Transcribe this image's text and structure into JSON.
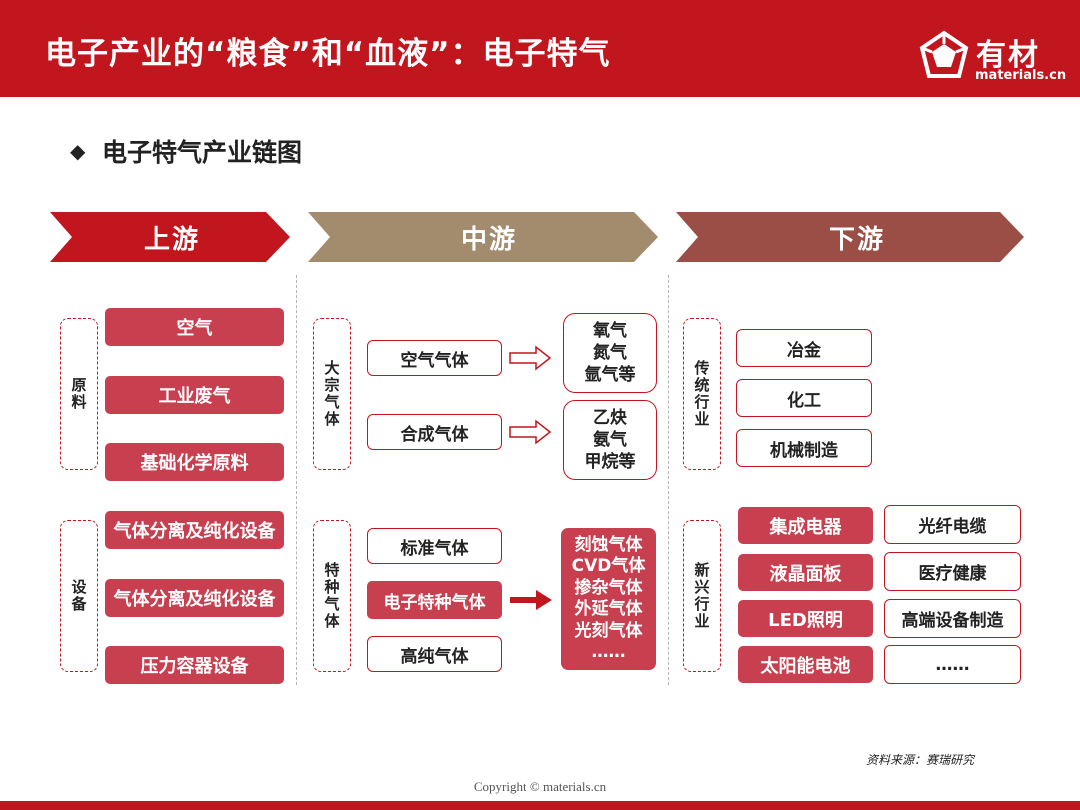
{
  "header": {
    "title": "电子产业的“粮食”和“血液”：电子特气",
    "logo_text": "有材",
    "logo_site": "materials.cn",
    "bg_color": "#c1161d"
  },
  "section": {
    "bullet": "◆",
    "title": "电子特气产业链图"
  },
  "stages": [
    {
      "label": "上游",
      "color": "#c1161d"
    },
    {
      "label": "中游",
      "color": "#a38c6d"
    },
    {
      "label": "下游",
      "color": "#9a4e45"
    }
  ],
  "upstream": {
    "groups": [
      {
        "label": "原料",
        "items": [
          "空气",
          "工业废气",
          "基础化学原料"
        ]
      },
      {
        "label": "设备",
        "items": [
          "气体分离及纯化设备",
          "气体分离及纯化设备",
          "压力容器设备"
        ]
      }
    ]
  },
  "midstream": {
    "bulk": {
      "label": "大宗气体",
      "items": [
        "空气气体",
        "合成气体"
      ],
      "products": [
        [
          "氧气",
          "氮气",
          "氩气等"
        ],
        [
          "乙炔",
          "氨气",
          "甲烷等"
        ]
      ]
    },
    "special": {
      "label": "特种气体",
      "items": [
        "标准气体",
        "电子特种气体",
        "高纯气体"
      ],
      "products": [
        "刻蚀气体",
        "CVD气体",
        "掺杂气体",
        "外延气体",
        "光刻气体",
        "……"
      ]
    }
  },
  "downstream": {
    "traditional": {
      "label": "传统行业",
      "items": [
        "冶金",
        "化工",
        "机械制造"
      ]
    },
    "emerging": {
      "label": "新兴行业",
      "filled": [
        "集成电器",
        "液晶面板",
        "LED照明",
        "太阳能电池"
      ],
      "outlined": [
        "光纤电缆",
        "医疗健康",
        "高端设备制造",
        "……"
      ]
    }
  },
  "footer": {
    "source": "资料来源：赛瑞研究",
    "copyright": "Copyright © materials.cn"
  }
}
